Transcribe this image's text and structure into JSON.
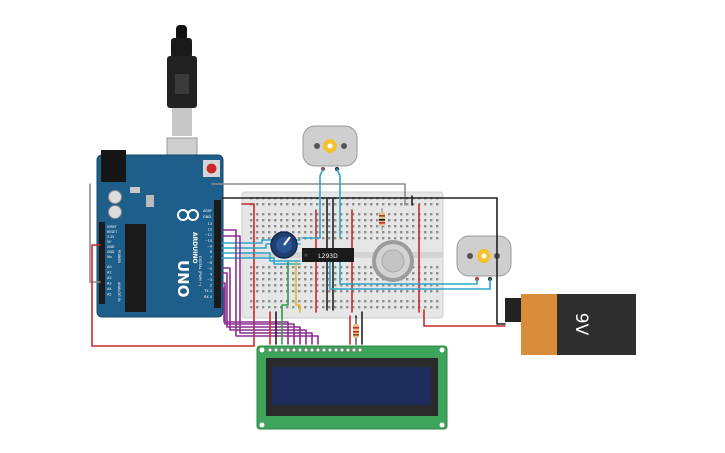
{
  "arduino": {
    "brand": "ARDUINO",
    "model": "UNO",
    "digital_label": "DIGITAL (PWM ~)",
    "power_label": "POWER",
    "analog_label": "ANALOG IN",
    "aref": "AREF",
    "gnd": "GND",
    "pins_digital": [
      "13",
      "12",
      "~11",
      "~10",
      "~9",
      "8",
      "7",
      "~6",
      "~5",
      "4",
      "~3",
      "2",
      "TX 1",
      "RX 0"
    ],
    "pins_power": [
      "IOREF",
      "RESET",
      "3.3V",
      "5V",
      "GND",
      "GND",
      "Vin"
    ],
    "pins_analog": [
      "A0",
      "A1",
      "A2",
      "A3",
      "A4",
      "A5"
    ]
  },
  "driver_chip": {
    "label": "L293D"
  },
  "battery": {
    "label": "9V"
  },
  "colors": {
    "board": "#1e5e8a",
    "breadboard": "#e6e6e6",
    "lcd_pcb": "#3ea35b",
    "lcd_screen": "#1f2d5c",
    "battery_copper": "#d98c3a",
    "battery_body": "#2e2e2e",
    "wire_red": "#c8292c",
    "wire_black": "#222222",
    "wire_purple": "#8a2e8f",
    "wire_teal": "#2aa7c9",
    "wire_green": "#2f9e44",
    "wire_yellow": "#e0b12a",
    "wire_gray": "#8c8c8c"
  }
}
